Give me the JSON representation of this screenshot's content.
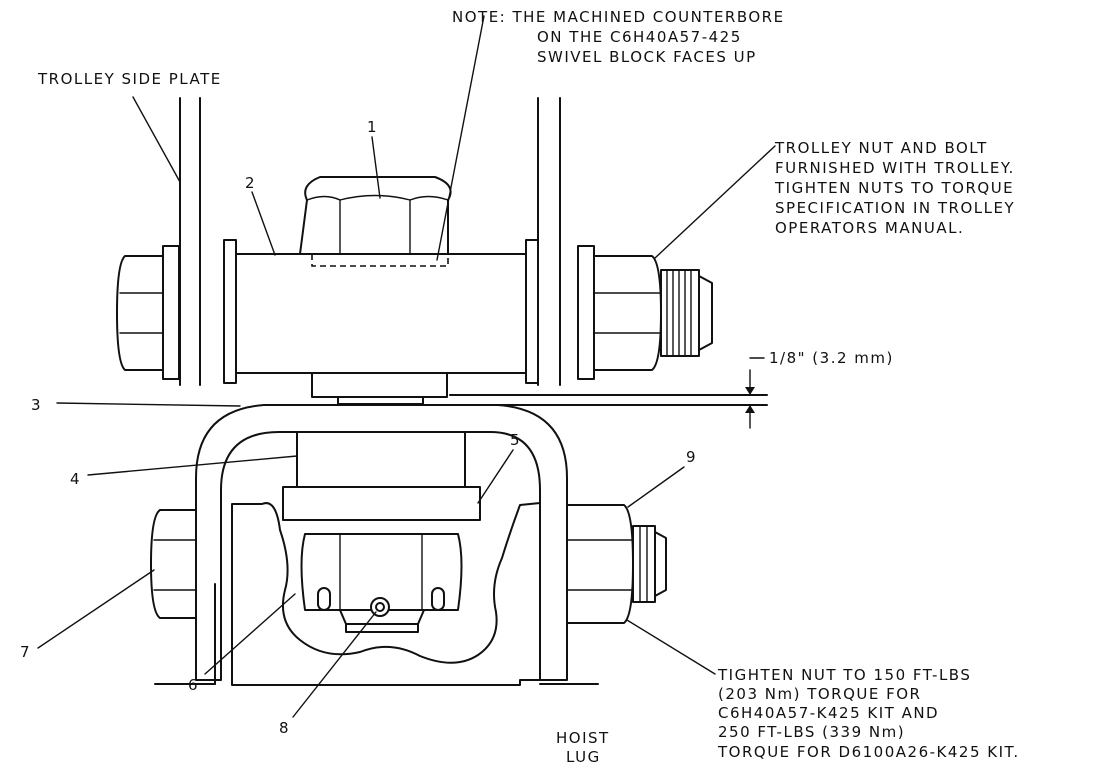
{
  "note": {
    "line1": "NOTE: THE MACHINED COUNTERBORE",
    "line2": "ON THE C6H40A57-425",
    "line3": "SWIVEL BLOCK FACES UP"
  },
  "trolley_side_plate_label": "TROLLEY SIDE PLATE",
  "trolley_nut_note": {
    "line1": "TROLLEY NUT AND BOLT",
    "line2": "FURNISHED WITH TROLLEY.",
    "line3": "TIGHTEN NUTS TO TORQUE",
    "line4": "SPECIFICATION IN TROLLEY",
    "line5": "OPERATORS MANUAL."
  },
  "clearance_label": "1/8\" (3.2 mm)",
  "torque_note": {
    "line1": "TIGHTEN NUT TO 150 FT-LBS",
    "line2": "(203 Nm) TORQUE FOR",
    "line3": "C6H40A57-K425 KIT AND",
    "line4": "250 FT-LBS (339 Nm)",
    "line5": "TORQUE FOR D6100A26-K425 KIT."
  },
  "hoist_lug_label": {
    "line1": "HOIST",
    "line2": "LUG"
  },
  "callouts": [
    "1",
    "2",
    "3",
    "4",
    "5",
    "6",
    "7",
    "8",
    "9"
  ]
}
